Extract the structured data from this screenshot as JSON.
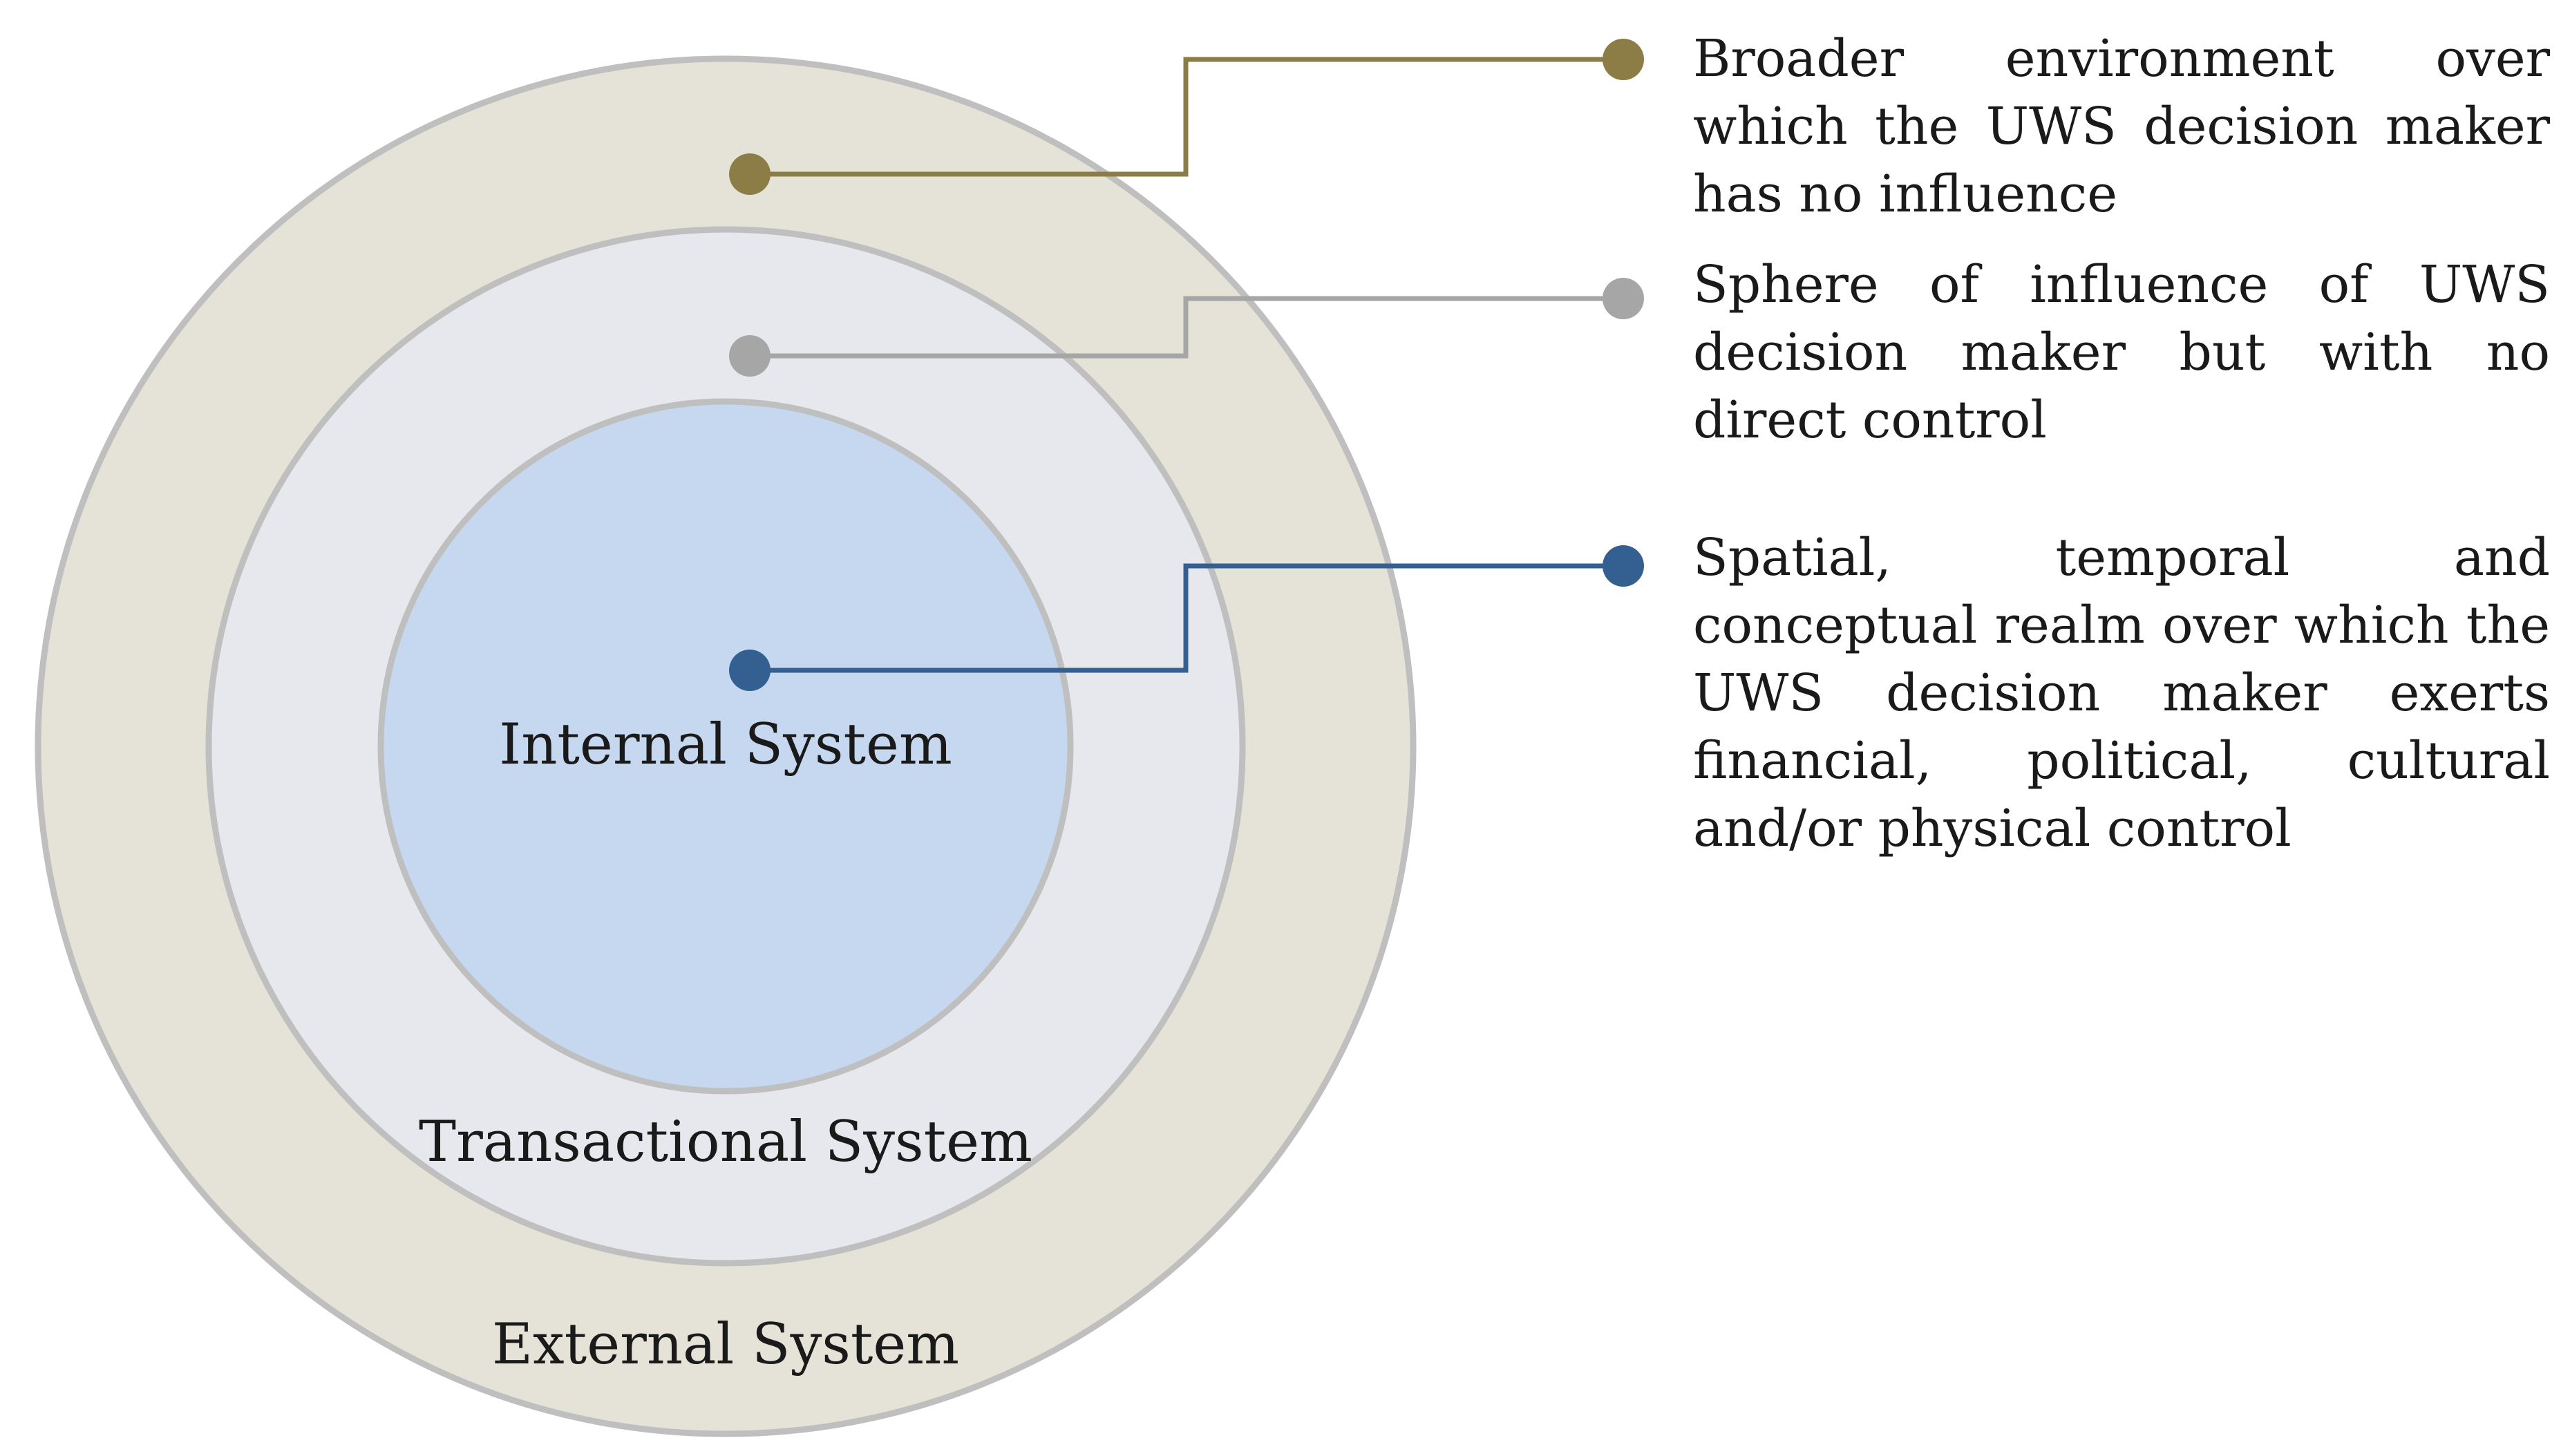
{
  "rings": {
    "external": {
      "label": "External System",
      "fill": "#e5e3d7",
      "description": "Broader environment over which the UWS decision maker has no influence",
      "marker_color": "#8b7d45"
    },
    "transactional": {
      "label": "Transactional System",
      "fill": "#e7e8ed",
      "description": "Sphere of influence of UWS decision maker but with no direct control",
      "marker_color": "#a6a6a6"
    },
    "internal": {
      "label": "Internal System",
      "fill": "#c6d8f0",
      "description": "Spatial, temporal and conceptual realm over which the UWS decision maker exerts financial, political, cultural and/or physical control",
      "marker_color": "#345f91"
    }
  },
  "ring_border_color": "#bfbfbf"
}
